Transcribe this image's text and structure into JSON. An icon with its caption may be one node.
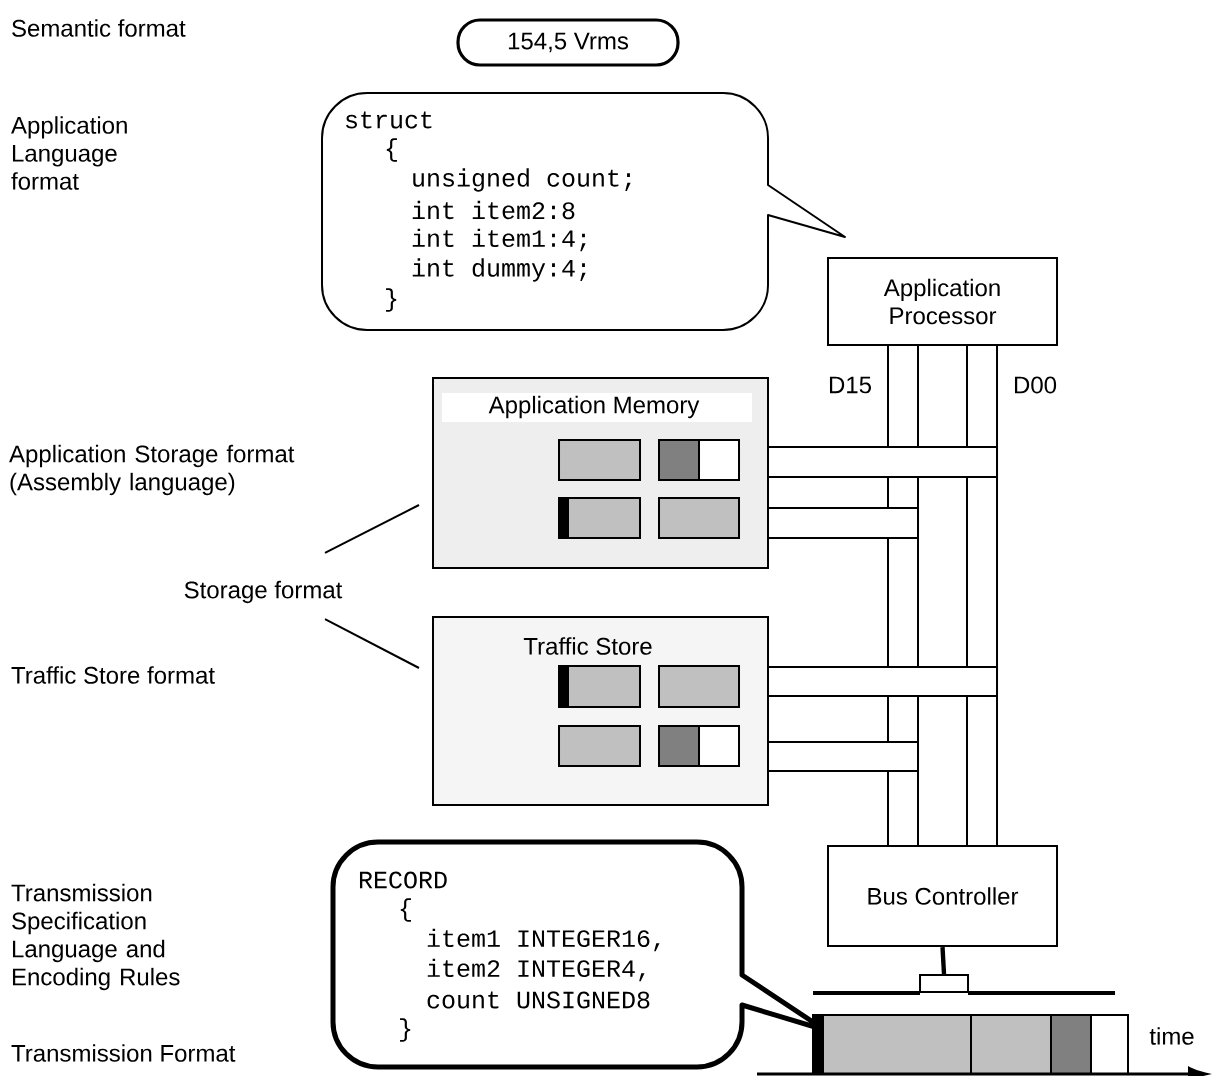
{
  "diagram": {
    "nodes": [
      {
        "text": [
          "154,5 Vrms"
        ]
      },
      {
        "text": [
          "struct",
          "{",
          "unsigned count;",
          "int item2:8",
          "int item1:4;",
          "int dummy:4;",
          "}"
        ]
      },
      {
        "text": [
          "Application Processor"
        ]
      },
      {
        "text": [
          "Application Memory"
        ]
      },
      {
        "text": [
          "Storage format"
        ]
      },
      {
        "text": [
          "Traffic Store"
        ]
      },
      {
        "text": [
          "RECORD",
          "{",
          "item1 INTEGER16,",
          "item2 INTEGER4,",
          "count UNSIGNED8",
          "}"
        ]
      },
      {
        "text": [
          "Bus Controller"
        ]
      },
      {
        "text": [],
        "shape": "box"
      },
      {
        "text": [],
        "shape": "bar",
        "beside": [
          "time"
        ]
      },
      {
        "text": [],
        "shape": "band"
      },
      {
        "text": [],
        "shape": "band"
      },
      {
        "text": [],
        "shape": "band"
      },
      {
        "text": [],
        "shape": "band"
      }
    ],
    "edges": [
      {
        "from": 2,
        "to": 10,
        "arrow": "none"
      },
      {
        "from": 10,
        "to": 11,
        "arrow": "none"
      },
      {
        "from": 11,
        "to": 12,
        "arrow": "none"
      },
      {
        "from": 12,
        "to": 13,
        "arrow": "none"
      },
      {
        "from": 13,
        "to": 7,
        "arrow": "none"
      },
      {
        "from": 2,
        "to": 10,
        "arrow": "none"
      },
      {
        "from": 10,
        "to": 12,
        "arrow": "none"
      },
      {
        "from": 12,
        "to": 7,
        "arrow": "none"
      },
      {
        "from": 2,
        "to": 10,
        "arrow": "none"
      },
      {
        "from": 10,
        "to": 12,
        "arrow": "none"
      },
      {
        "from": 12,
        "to": 7,
        "arrow": "none"
      },
      {
        "from": 2,
        "to": 7,
        "arrow": "none"
      },
      {
        "from": 4,
        "to": 3,
        "arrow": "none"
      },
      {
        "from": 4,
        "to": 5,
        "arrow": "none"
      },
      {
        "from": 7,
        "to": 8,
        "arrow": "none",
        "style": "thick"
      }
    ],
    "labels": [
      "Semantic format",
      "Application Language format",
      "D15",
      "D00",
      "Application Storage format (Assembly language)",
      "Traffic Store format",
      "Transmission Specification Language and Encoding Rules",
      "Transmission Format"
    ]
  }
}
